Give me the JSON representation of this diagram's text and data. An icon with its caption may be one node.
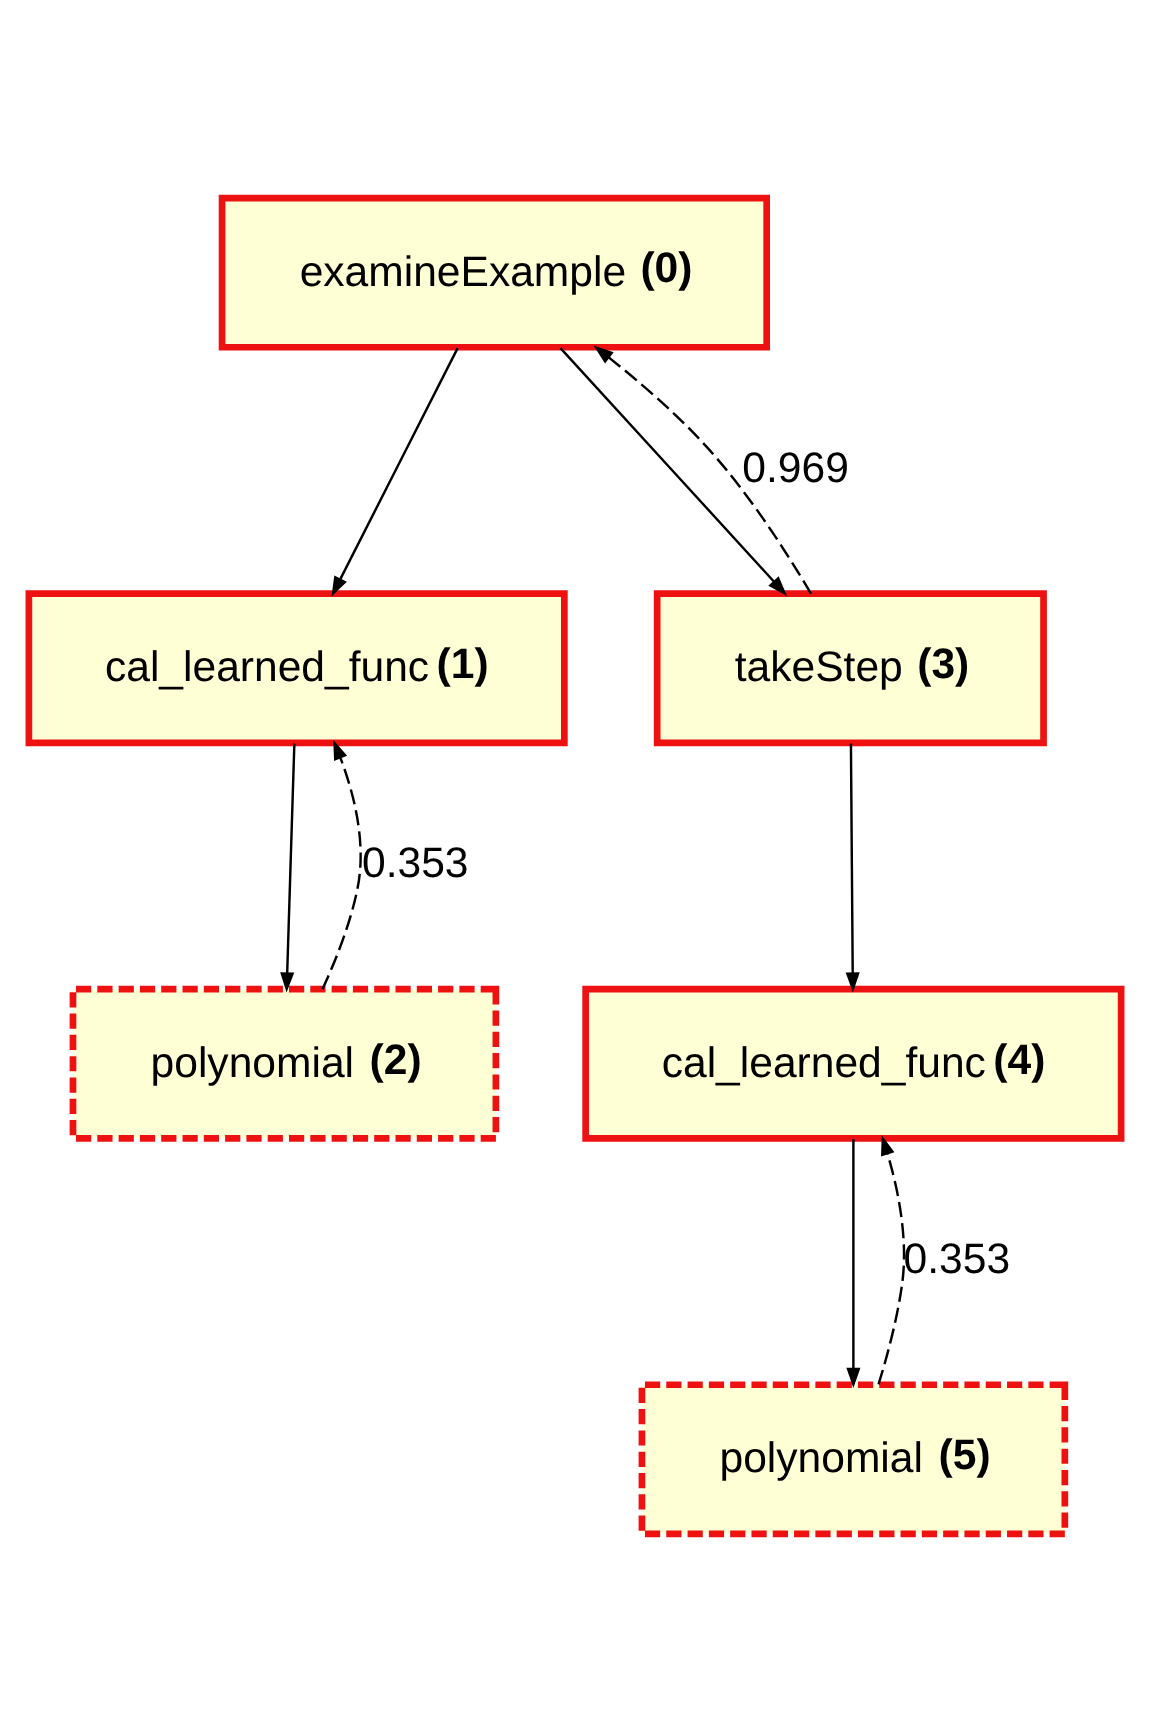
{
  "diagram": {
    "nodes": [
      {
        "text": [
          "examineExample **(0)**"
        ]
      },
      {
        "text": [
          "cal_learned_func **(1)**"
        ]
      },
      {
        "text": [
          "polynomial **(2)**"
        ]
      },
      {
        "text": [
          "takeStep **(3)**"
        ]
      },
      {
        "text": [
          "cal_learned_func **(4)**"
        ]
      },
      {
        "text": [
          "polynomial **(5)**"
        ]
      }
    ],
    "edges": [
      {
        "from": 0,
        "to": 1,
        "arrow": "to"
      },
      {
        "from": 0,
        "to": 3,
        "arrow": "to"
      },
      {
        "from": 3,
        "to": 0,
        "arrow": "to",
        "style": "dashed",
        "label": "0.969"
      },
      {
        "from": 1,
        "to": 2,
        "arrow": "to"
      },
      {
        "from": 2,
        "to": 1,
        "arrow": "to",
        "style": "dashed",
        "label": "0.353"
      },
      {
        "from": 3,
        "to": 4,
        "arrow": "to"
      },
      {
        "from": 4,
        "to": 5,
        "arrow": "to"
      },
      {
        "from": 5,
        "to": 4,
        "arrow": "to",
        "style": "dashed",
        "label": "0.353"
      }
    ]
  }
}
